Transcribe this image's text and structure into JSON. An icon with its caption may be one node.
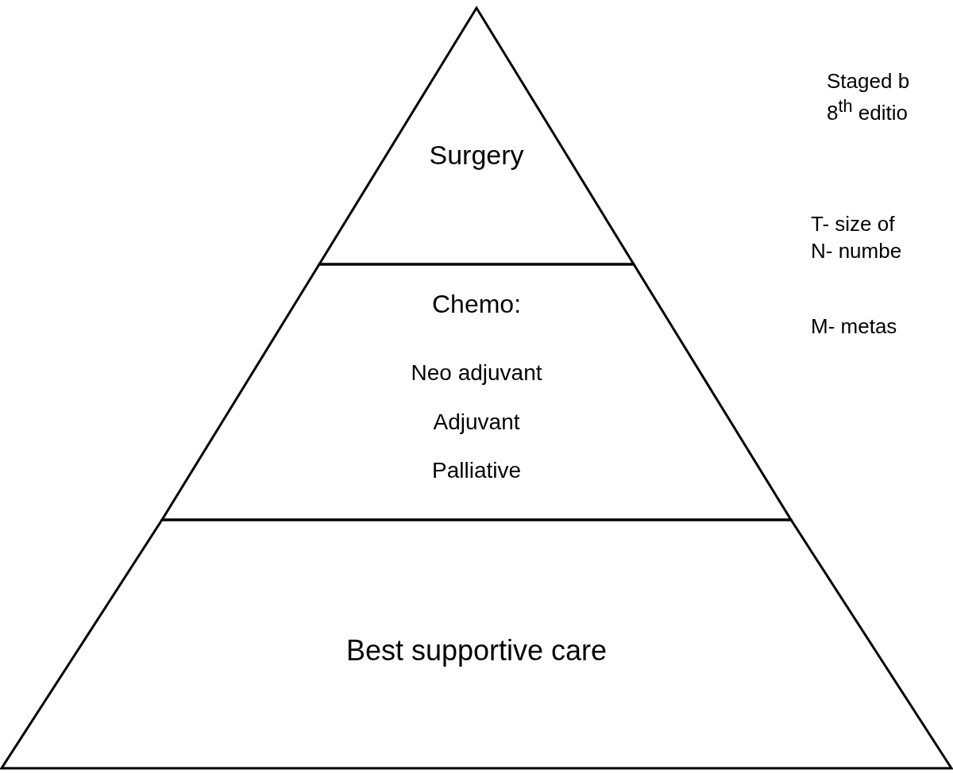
{
  "diagram": {
    "nodes": [
      {
        "text": [
          "Surgery"
        ]
      },
      {
        "text": [
          "Chemo:",
          "Neo adjuvant",
          "Adjuvant",
          "Palliative"
        ]
      },
      {
        "text": [
          "Best supportive care"
        ]
      }
    ],
    "labels": [
      "Staged b",
      "8$^{th}$ editio",
      "T- size of",
      "N- numbe",
      "M- metas"
    ]
  }
}
